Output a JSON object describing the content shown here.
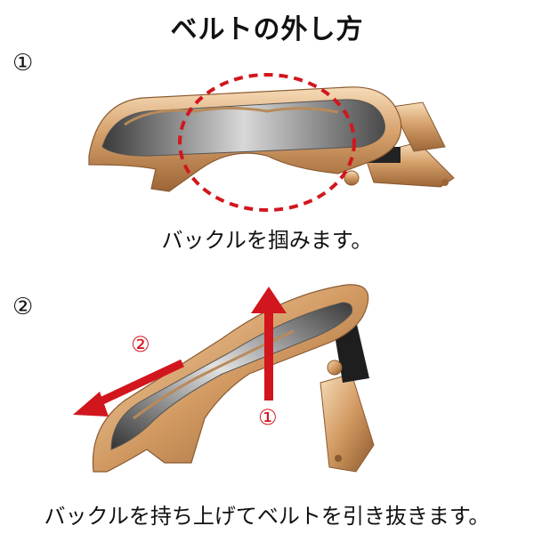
{
  "title": "ベルトの外し方",
  "steps": [
    {
      "number": "①",
      "caption": "バックルを掴みます。"
    },
    {
      "number": "②",
      "caption": "バックルを持ち上げてベルトを引き抜きます。"
    }
  ],
  "arrows": [
    {
      "label": "①",
      "color": "#d2161e",
      "direction": "up"
    },
    {
      "label": "②",
      "color": "#d2161e",
      "direction": "down-left"
    }
  ],
  "colors": {
    "gold": "#c98f5a",
    "gold_light": "#f2d0aa",
    "gold_dark": "#8a5a30",
    "highlight_red": "#d2161e"
  }
}
